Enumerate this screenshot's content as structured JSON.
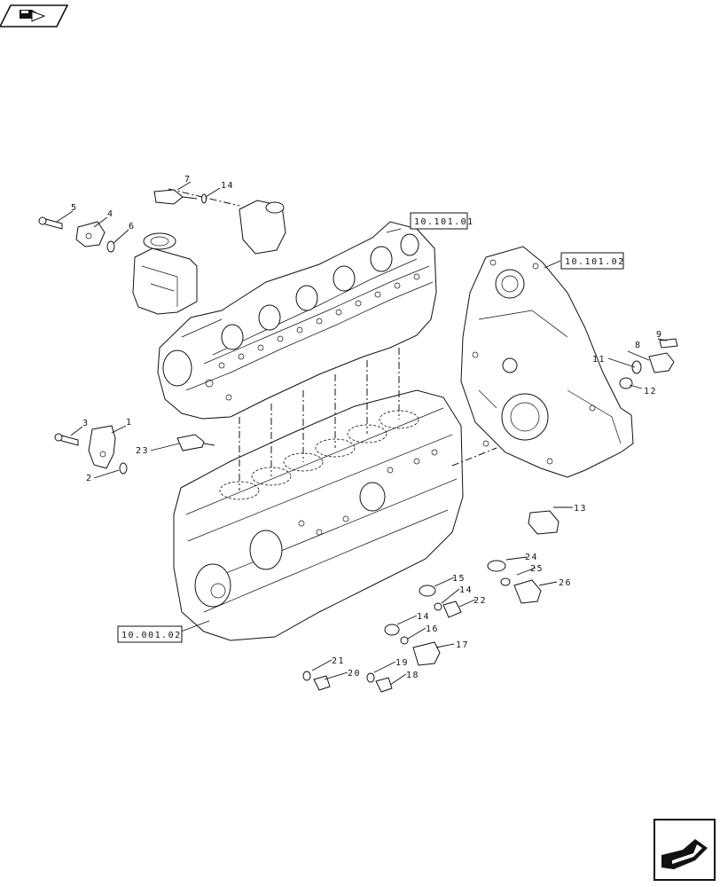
{
  "refs": {
    "cylinder_head": "10.101.01",
    "timing_cover": "10.101.02",
    "engine_block": "10.001.02"
  },
  "callouts": {
    "c1": "1",
    "c2": "2",
    "c3": "3",
    "c4": "4",
    "c5": "5",
    "c6": "6",
    "c7": "7",
    "c8": "8",
    "c9": "9",
    "c11": "11",
    "c12": "12",
    "c13": "13",
    "c14a": "14",
    "c14b": "14",
    "c14c": "14",
    "c15": "15",
    "c16": "16",
    "c17": "17",
    "c18": "18",
    "c19": "19",
    "c20": "20",
    "c21": "21",
    "c22": "22",
    "c23": "23",
    "c24": "24",
    "c25": "25",
    "c26": "26"
  },
  "icons": {
    "top_left": "book-pointer-icon",
    "bottom_right": "next-page-arrow-icon"
  }
}
